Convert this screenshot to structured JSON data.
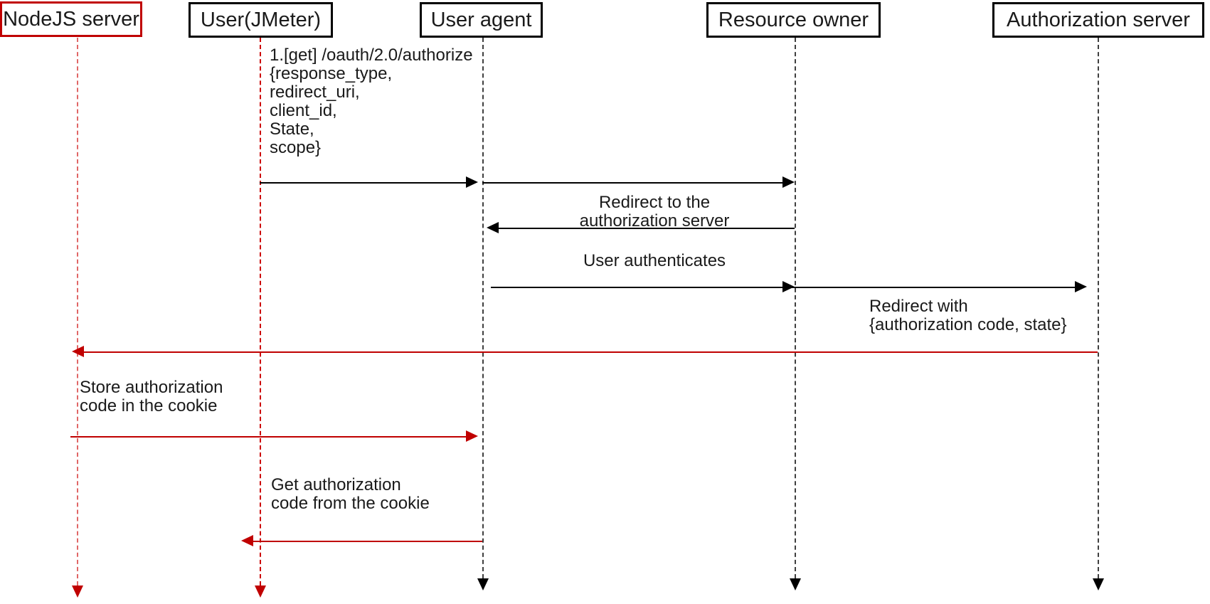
{
  "diagram": {
    "title": "OAuth 2.0 authorization code flow sequence diagram",
    "colors": {
      "black": "#000000",
      "red": "#c00000",
      "lifeline_black": "#3f3f3f",
      "lifeline_red": "#e06666",
      "background": "#ffffff"
    },
    "participants": [
      {
        "id": "nodejs",
        "label": "NodeJS server",
        "border": "red",
        "lifeline": "red"
      },
      {
        "id": "jmeter",
        "label": "User(JMeter)",
        "border": "black",
        "lifeline": "red"
      },
      {
        "id": "useragent",
        "label": "User agent",
        "border": "black",
        "lifeline": "black"
      },
      {
        "id": "owner",
        "label": "Resource owner",
        "border": "black",
        "lifeline": "black"
      },
      {
        "id": "authsrv",
        "label": "Authorization server",
        "border": "black",
        "lifeline": "black"
      }
    ],
    "messages": [
      {
        "id": "m1",
        "from": "jmeter",
        "to": "useragent",
        "direction": "right",
        "color": "black",
        "label": "1.[get] /oauth/2.0/authorize\n{response_type,\nredirect_uri,\nclient_id,\nState,\nscope}"
      },
      {
        "id": "m2",
        "from": "useragent",
        "to": "owner",
        "direction": "right",
        "color": "black",
        "label": ""
      },
      {
        "id": "m3",
        "from": "owner",
        "to": "useragent",
        "direction": "left",
        "color": "black",
        "label": "Redirect to the\nauthorization server"
      },
      {
        "id": "m4",
        "from": "useragent",
        "to": "authsrv",
        "direction": "right",
        "color": "black",
        "label": "User authenticates"
      },
      {
        "id": "m5",
        "from": "authsrv",
        "to": "nodejs",
        "direction": "left",
        "color": "red",
        "label": "Redirect with\n{authorization code, state}"
      },
      {
        "id": "m6",
        "from": "nodejs",
        "to": "useragent",
        "direction": "right",
        "color": "red",
        "label": "Store authorization\ncode in the cookie"
      },
      {
        "id": "m7",
        "from": "useragent",
        "to": "jmeter",
        "direction": "left",
        "color": "red",
        "label": "Get authorization\ncode from the cookie"
      }
    ]
  }
}
